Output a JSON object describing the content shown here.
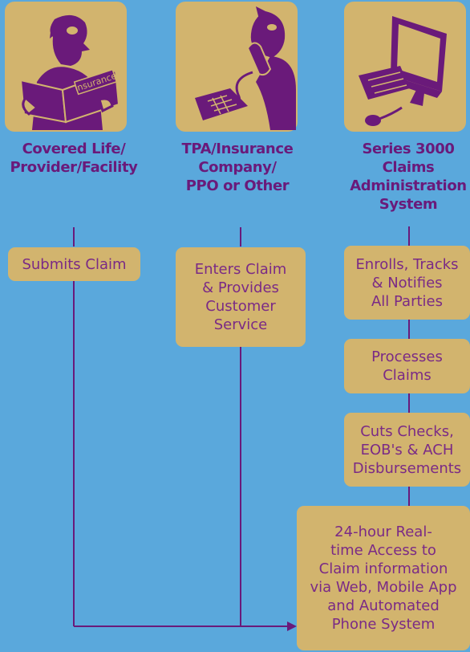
{
  "columns": [
    {
      "heading": "Covered Life/\nProvider/Facility",
      "icon": "person-reading-insurance-icon",
      "icon_text": "Insurance"
    },
    {
      "heading": "TPA/Insurance\nCompany/\nPPO or Other",
      "icon": "person-on-telephone-icon"
    },
    {
      "heading": "Series 3000\nClaims\nAdministration\nSystem",
      "icon": "computer-icon"
    }
  ],
  "steps": {
    "submits": "Submits Claim",
    "enters": "Enters Claim\n& Provides\nCustomer\nService",
    "enrolls": "Enrolls, Tracks\n& Notifies\nAll Parties",
    "processes": "Processes\nClaims",
    "cuts": "Cuts Checks,\nEOB's & ACH\nDisbursements",
    "access": "24-hour Real-\ntime Access to\nClaim information\nvia Web, Mobile App\nand Automated\nPhone System"
  },
  "colors": {
    "background": "#5aa8dc",
    "tile": "#d2b46e",
    "purple": "#6a1a7a"
  }
}
